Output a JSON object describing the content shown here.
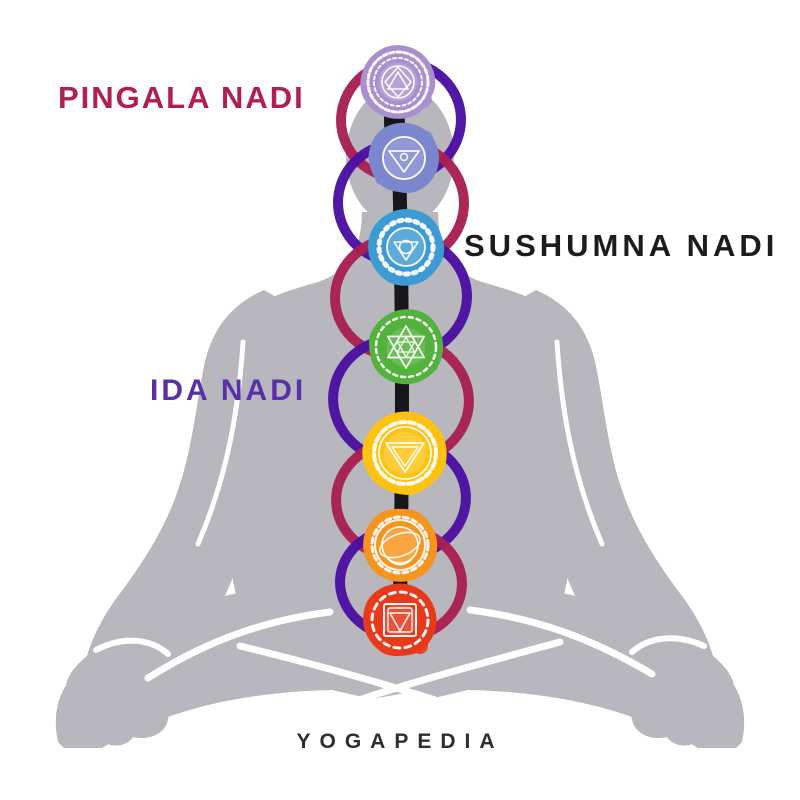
{
  "labels": {
    "pingala": "PINGALA NADI",
    "sushumna": "SUSHUMNA NADI",
    "ida": "IDA NADI",
    "watermark": "YOGAPEDIA"
  },
  "colors": {
    "background": "#FFFFFF",
    "silhouette": "#B7B7BD",
    "pingala_label": "#B01F53",
    "sushumna_label": "#1C1C1E",
    "ida_label": "#5930A8",
    "watermark_label": "#2E2E32",
    "pingala_nadi": "#A82053",
    "ida_nadi": "#4B10A2",
    "sushumna_channel": "#17171A"
  },
  "chakras": [
    {
      "name": "crown-chakra",
      "color": "#A98FD0"
    },
    {
      "name": "third-eye-chakra",
      "color": "#7B86CF"
    },
    {
      "name": "throat-chakra",
      "color": "#3D9BD4"
    },
    {
      "name": "heart-chakra",
      "color": "#53B23C"
    },
    {
      "name": "solar-plexus-chakra",
      "color": "#FFC20E"
    },
    {
      "name": "sacral-chakra",
      "color": "#F7941E"
    },
    {
      "name": "root-chakra",
      "color": "#E8391B"
    }
  ]
}
